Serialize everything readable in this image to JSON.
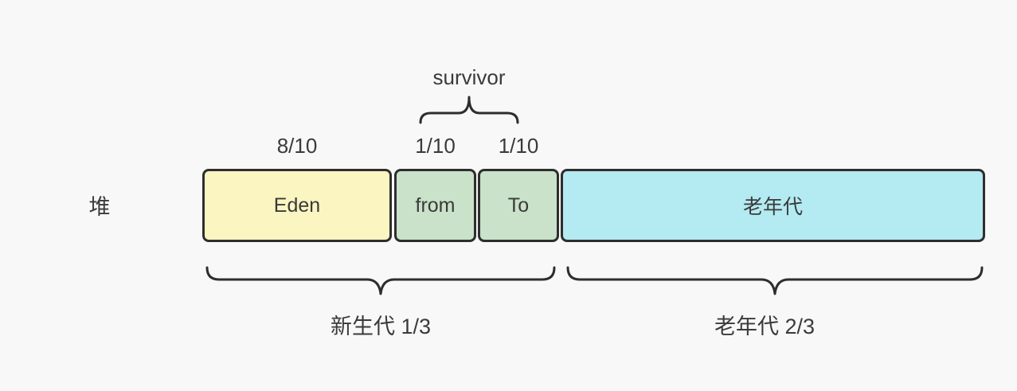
{
  "diagram": {
    "background": "#f8f8f8",
    "stroke_color": "#2e2e2e",
    "text_color": "#3a3a3a",
    "heap_label": "堆",
    "survivor": {
      "label": "survivor"
    },
    "boxes": [
      {
        "name": "eden",
        "label": "Eden",
        "fraction": "8/10",
        "fill": "#fbf5c1"
      },
      {
        "name": "from",
        "label": "from",
        "fraction": "1/10",
        "fill": "#c9e2c9"
      },
      {
        "name": "to",
        "label": "To",
        "fraction": "1/10",
        "fill": "#c9e2c9"
      },
      {
        "name": "old-gen",
        "label": "老年代",
        "fill": "#b4eaf1"
      }
    ],
    "generations": [
      {
        "name": "young-generation",
        "label": "新生代 1/3"
      },
      {
        "name": "old-generation",
        "label": "老年代 2/3"
      }
    ]
  }
}
